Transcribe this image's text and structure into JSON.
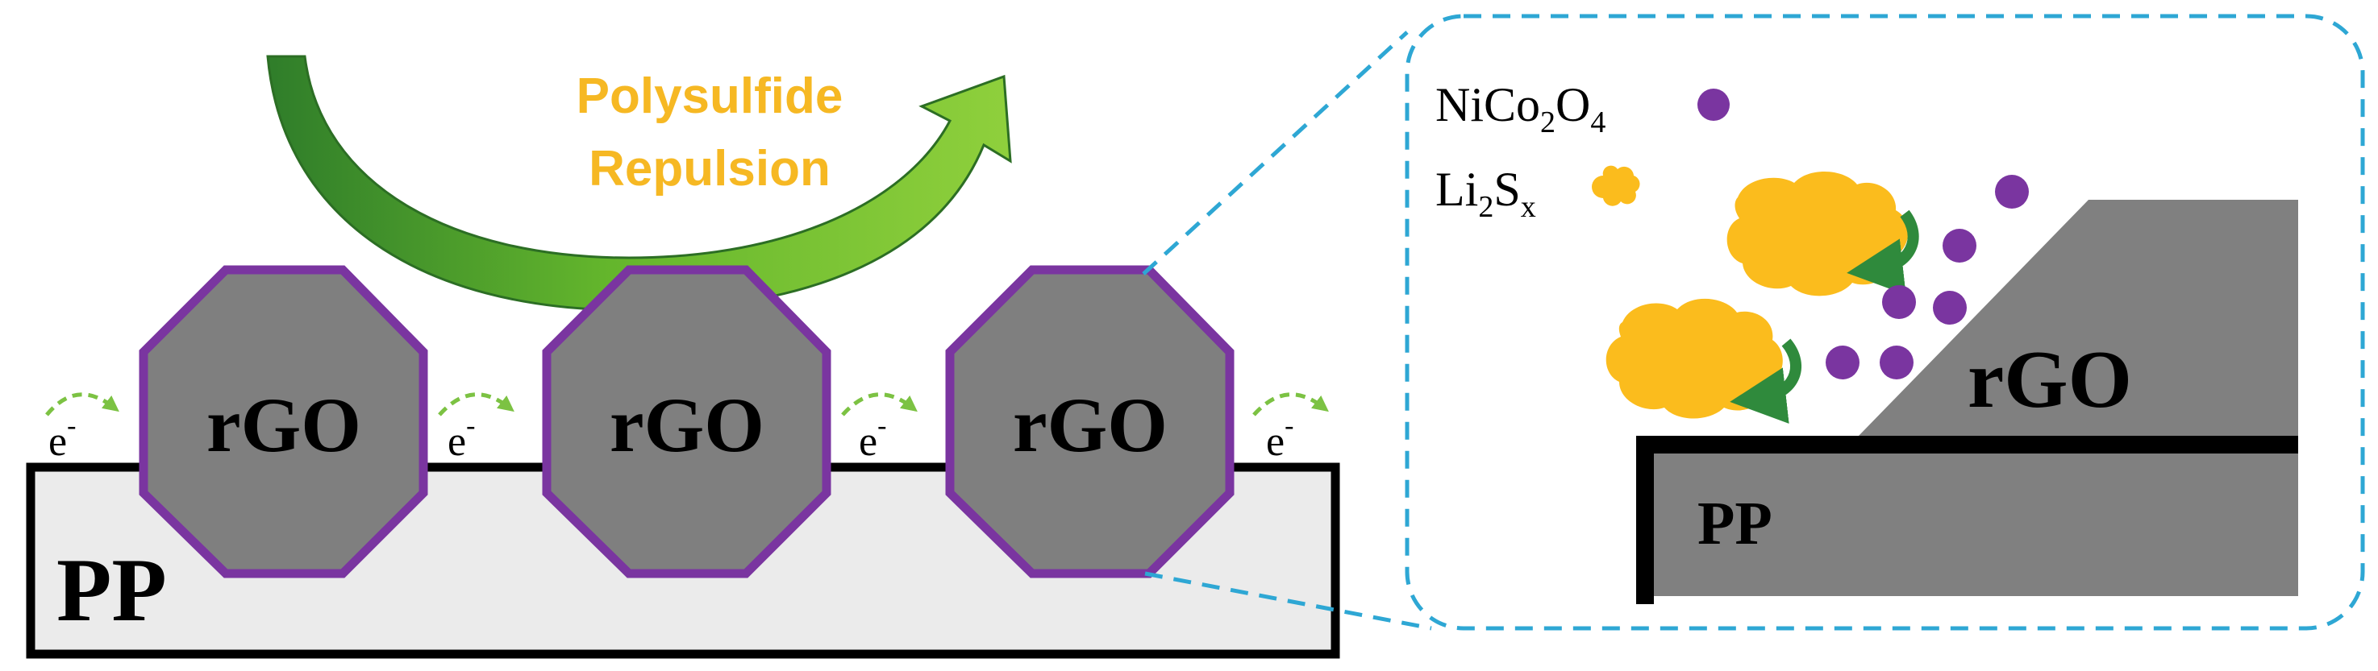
{
  "left_panel": {
    "substrate_label": "PP",
    "particle_label": "rGO",
    "electron_label": "e",
    "electron_charge": "-",
    "arrow_text_line1": "Polysulfide",
    "arrow_text_line2": "Repulsion"
  },
  "inset": {
    "legend": {
      "nico2o4": {
        "ni": "Ni",
        "co": "Co",
        "co_sub": "2",
        "o": "O",
        "o_sub": "4"
      },
      "li2sx": {
        "li": "Li",
        "li_sub": "2",
        "s": "S",
        "s_sub": "x"
      }
    },
    "rgo_label": "rGO",
    "pp_label": "PP"
  },
  "colors": {
    "purple": "#7a35a0",
    "octagon_fill": "#7f7f7f",
    "substrate_fill": "#ebebeb",
    "inset_gray": "#808080",
    "polysulfide_orange": "#fbbc1d",
    "arrow_green": "#6fbe2e",
    "curl_green": "#2f8a3c",
    "dashed_blue": "#2ea7d4",
    "text_orange": "#f6b823"
  }
}
